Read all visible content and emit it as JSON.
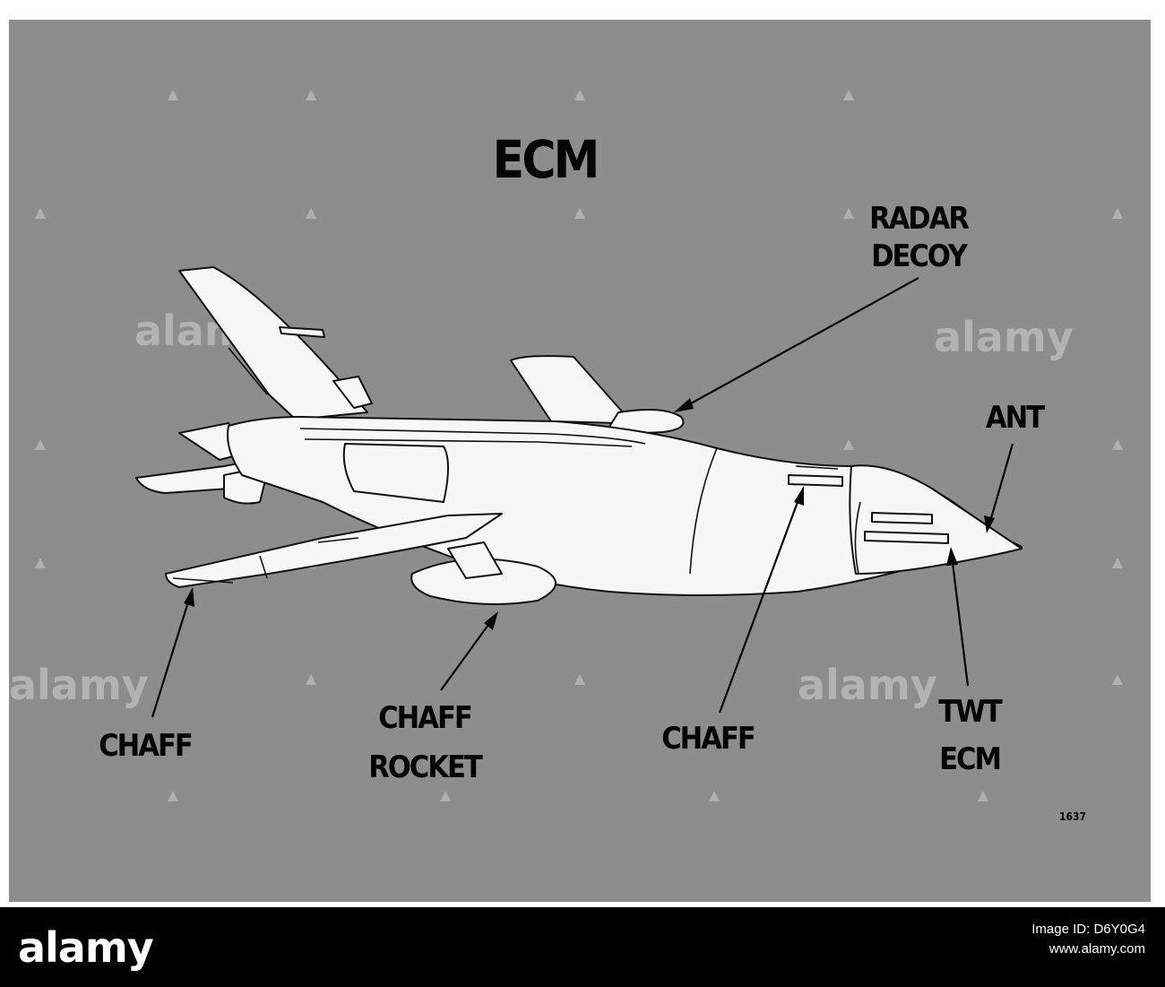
{
  "diagram": {
    "title": "ECM",
    "labels": {
      "radar_decoy_line1": "RADAR",
      "radar_decoy_line2": "DECOY",
      "ant": "ANT",
      "chaff_wingtip": "CHAFF",
      "chaff_rocket_line1": "CHAFF",
      "chaff_rocket_line2": "ROCKET",
      "chaff_body": "CHAFF",
      "twt_ecm_line1": "TWT",
      "twt_ecm_line2": "ECM"
    },
    "plate_number": "1637"
  },
  "watermark": {
    "text": "alamy"
  },
  "footer": {
    "logo": "alamy",
    "image_id_label": "Image ID: D6Y0G4",
    "site": "www.alamy.com"
  },
  "colors": {
    "panel": "#8d8d8d",
    "aircraft_fill": "#f7f7f7",
    "ink": "#050505",
    "footer": "#000000"
  }
}
